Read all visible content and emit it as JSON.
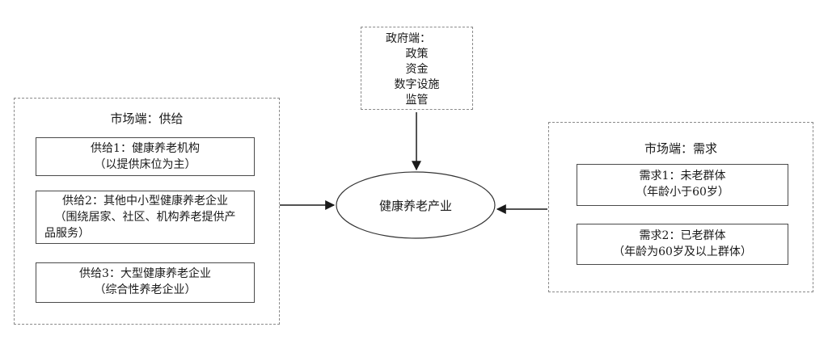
{
  "government": {
    "title": "政府端：",
    "items": [
      "政策",
      "资金",
      "数字设施",
      "监管"
    ]
  },
  "supply": {
    "title": "市场端：供给",
    "boxes": [
      {
        "line1": "供给1：健康养老机构",
        "line2": "（以提供床位为主）"
      },
      {
        "line1": "供给2：其他中小型健康养老企业",
        "line2": "（围绕居家、社区、机构养老提供产",
        "line3": "品服务）"
      },
      {
        "line1": "供给3：大型健康养老企业",
        "line2": "（综合性养老企业）"
      }
    ]
  },
  "center": {
    "label": "健康养老产业"
  },
  "demand": {
    "title": "市场端：需求",
    "boxes": [
      {
        "line1": "需求1：未老群体",
        "line2": "（年龄小于60岁）"
      },
      {
        "line1": "需求2：已老群体",
        "line2": "（年龄为60岁及以上群体）"
      }
    ]
  }
}
